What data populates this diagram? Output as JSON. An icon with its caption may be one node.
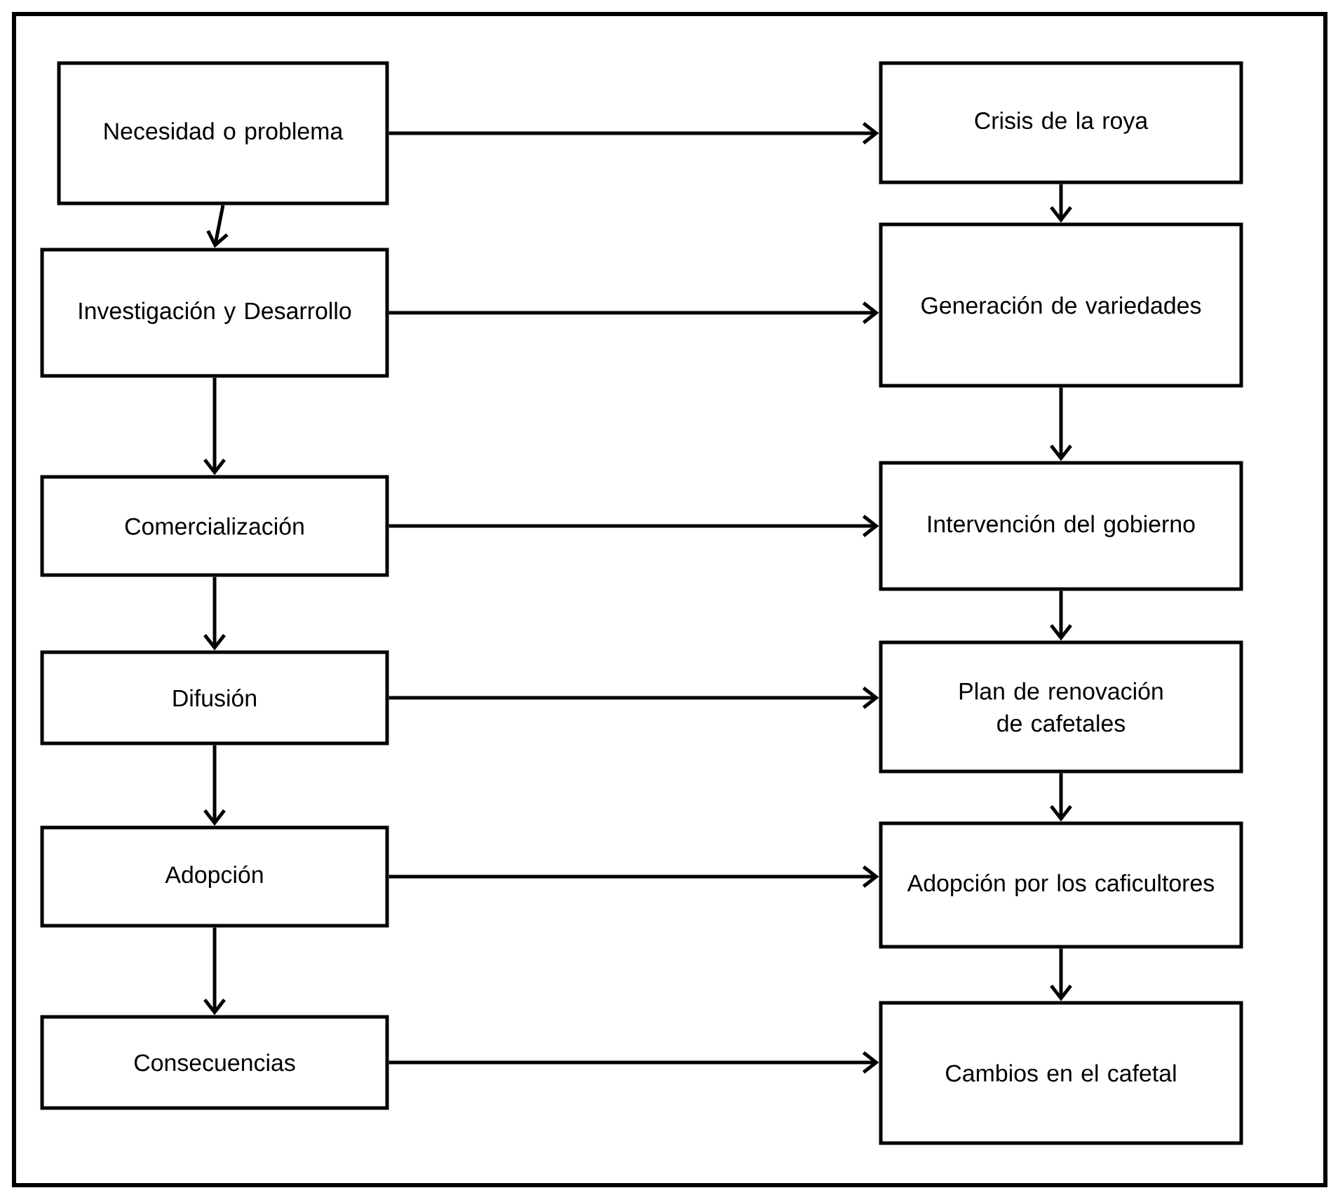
{
  "diagram": {
    "nodes": [
      {
        "text": [
          "Necesidad o problema"
        ]
      },
      {
        "text": [
          "Investigación y Desarrollo"
        ]
      },
      {
        "text": [
          "Comercialización"
        ]
      },
      {
        "text": [
          "Difusión"
        ]
      },
      {
        "text": [
          "Adopción"
        ]
      },
      {
        "text": [
          "Consecuencias"
        ]
      },
      {
        "text": [
          "Crisis de la roya"
        ]
      },
      {
        "text": [
          "Generación de variedades"
        ]
      },
      {
        "text": [
          "Intervención del gobierno"
        ]
      },
      {
        "text": [
          "Plan de renovación de cafetales"
        ]
      },
      {
        "text": [
          "Adopción por los caficultores"
        ]
      },
      {
        "text": [
          "Cambios en el cafetal"
        ]
      }
    ],
    "edges": [
      {
        "from": 0,
        "to": 1,
        "arrow": "to"
      },
      {
        "from": 1,
        "to": 2,
        "arrow": "to"
      },
      {
        "from": 2,
        "to": 3,
        "arrow": "to"
      },
      {
        "from": 3,
        "to": 4,
        "arrow": "to"
      },
      {
        "from": 4,
        "to": 5,
        "arrow": "to"
      },
      {
        "from": 6,
        "to": 7,
        "arrow": "to"
      },
      {
        "from": 7,
        "to": 8,
        "arrow": "to"
      },
      {
        "from": 8,
        "to": 9,
        "arrow": "to"
      },
      {
        "from": 9,
        "to": 10,
        "arrow": "to"
      },
      {
        "from": 10,
        "to": 11,
        "arrow": "to"
      },
      {
        "from": 0,
        "to": 6,
        "arrow": "to"
      },
      {
        "from": 1,
        "to": 7,
        "arrow": "to"
      },
      {
        "from": 2,
        "to": 8,
        "arrow": "to"
      },
      {
        "from": 3,
        "to": 9,
        "arrow": "to"
      },
      {
        "from": 4,
        "to": 10,
        "arrow": "to"
      },
      {
        "from": 5,
        "to": 11,
        "arrow": "to"
      }
    ]
  }
}
